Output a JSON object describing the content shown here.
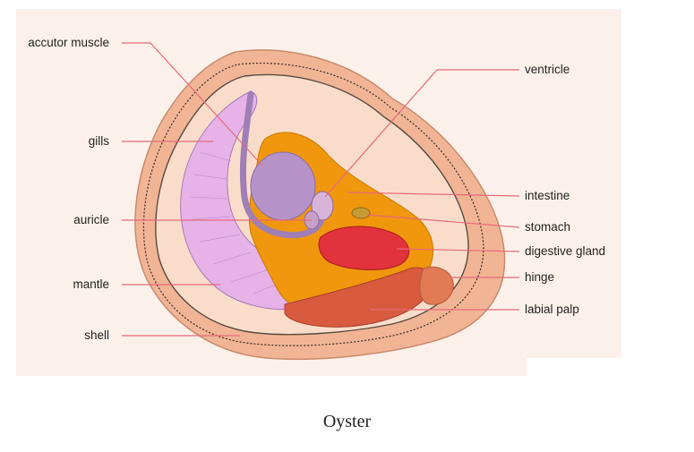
{
  "caption": "Oyster",
  "labels": {
    "adductor_muscle": "accutor muscle",
    "gills": "gills",
    "auricle": "auricle",
    "mantle": "mantle",
    "shell": "shell",
    "ventricle": "ventricle",
    "intestine": "intestine",
    "stomach": "stomach",
    "digestive_gland": "digestive gland",
    "hinge": "hinge",
    "labial_palp": "labial palp"
  },
  "colors": {
    "background": "#fbf1ea",
    "shell": "#f1b596",
    "mantle": "#f9ddca",
    "gills": "#e6b2e8",
    "muscle": "#b593c9",
    "body": "#f0970d",
    "gland": "#e2323b",
    "palp": "#d85a3f",
    "leader": "#e76a7a"
  }
}
